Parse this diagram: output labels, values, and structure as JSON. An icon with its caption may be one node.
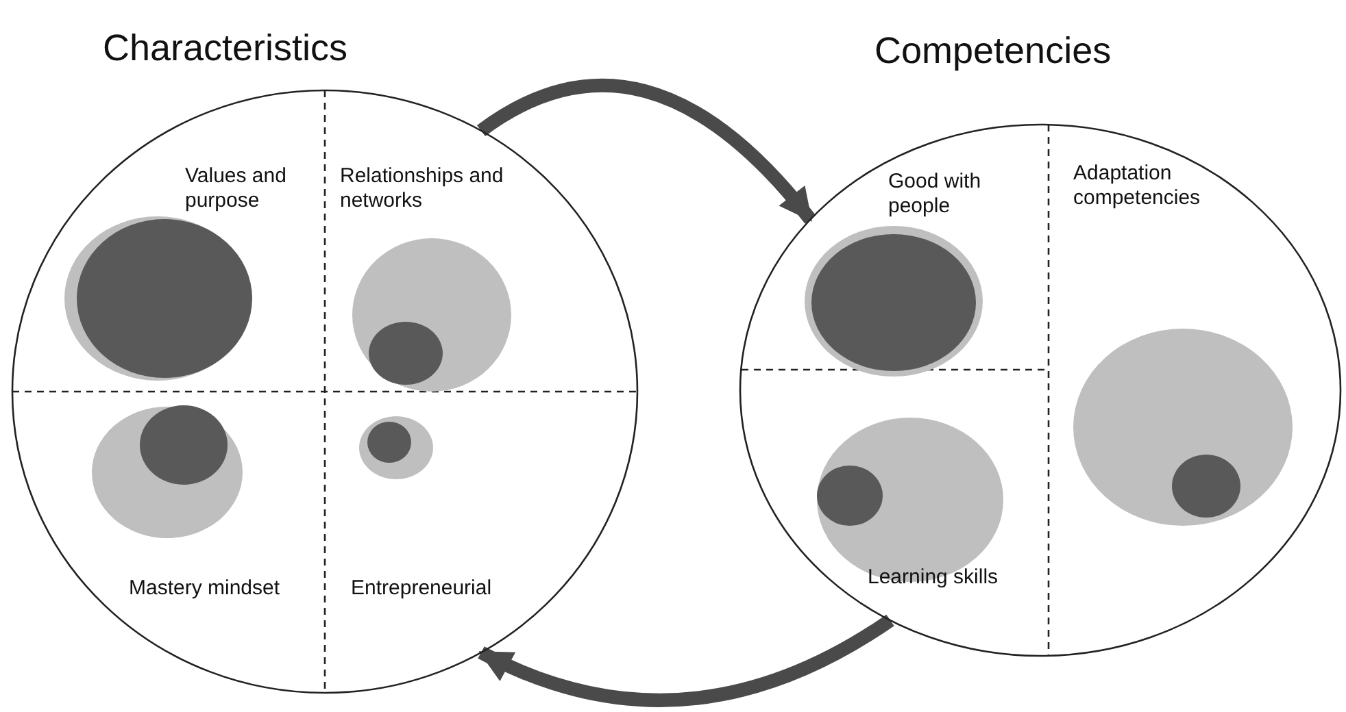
{
  "diagram": {
    "nodes": [
      {
        "text": [
          "Characteristics"
        ]
      },
      {
        "text": [
          "Competencies"
        ]
      }
    ],
    "edges": [
      {
        "from": 0,
        "to": 1,
        "arrow": "to"
      },
      {
        "from": 1,
        "to": 0,
        "arrow": "to"
      }
    ],
    "labels": [
      "Values and purpose",
      "Relationships and networks",
      "Mastery mindset",
      "Entrepreneurial",
      "Good with people",
      "Adaptation competencies",
      "Learning skills"
    ]
  }
}
